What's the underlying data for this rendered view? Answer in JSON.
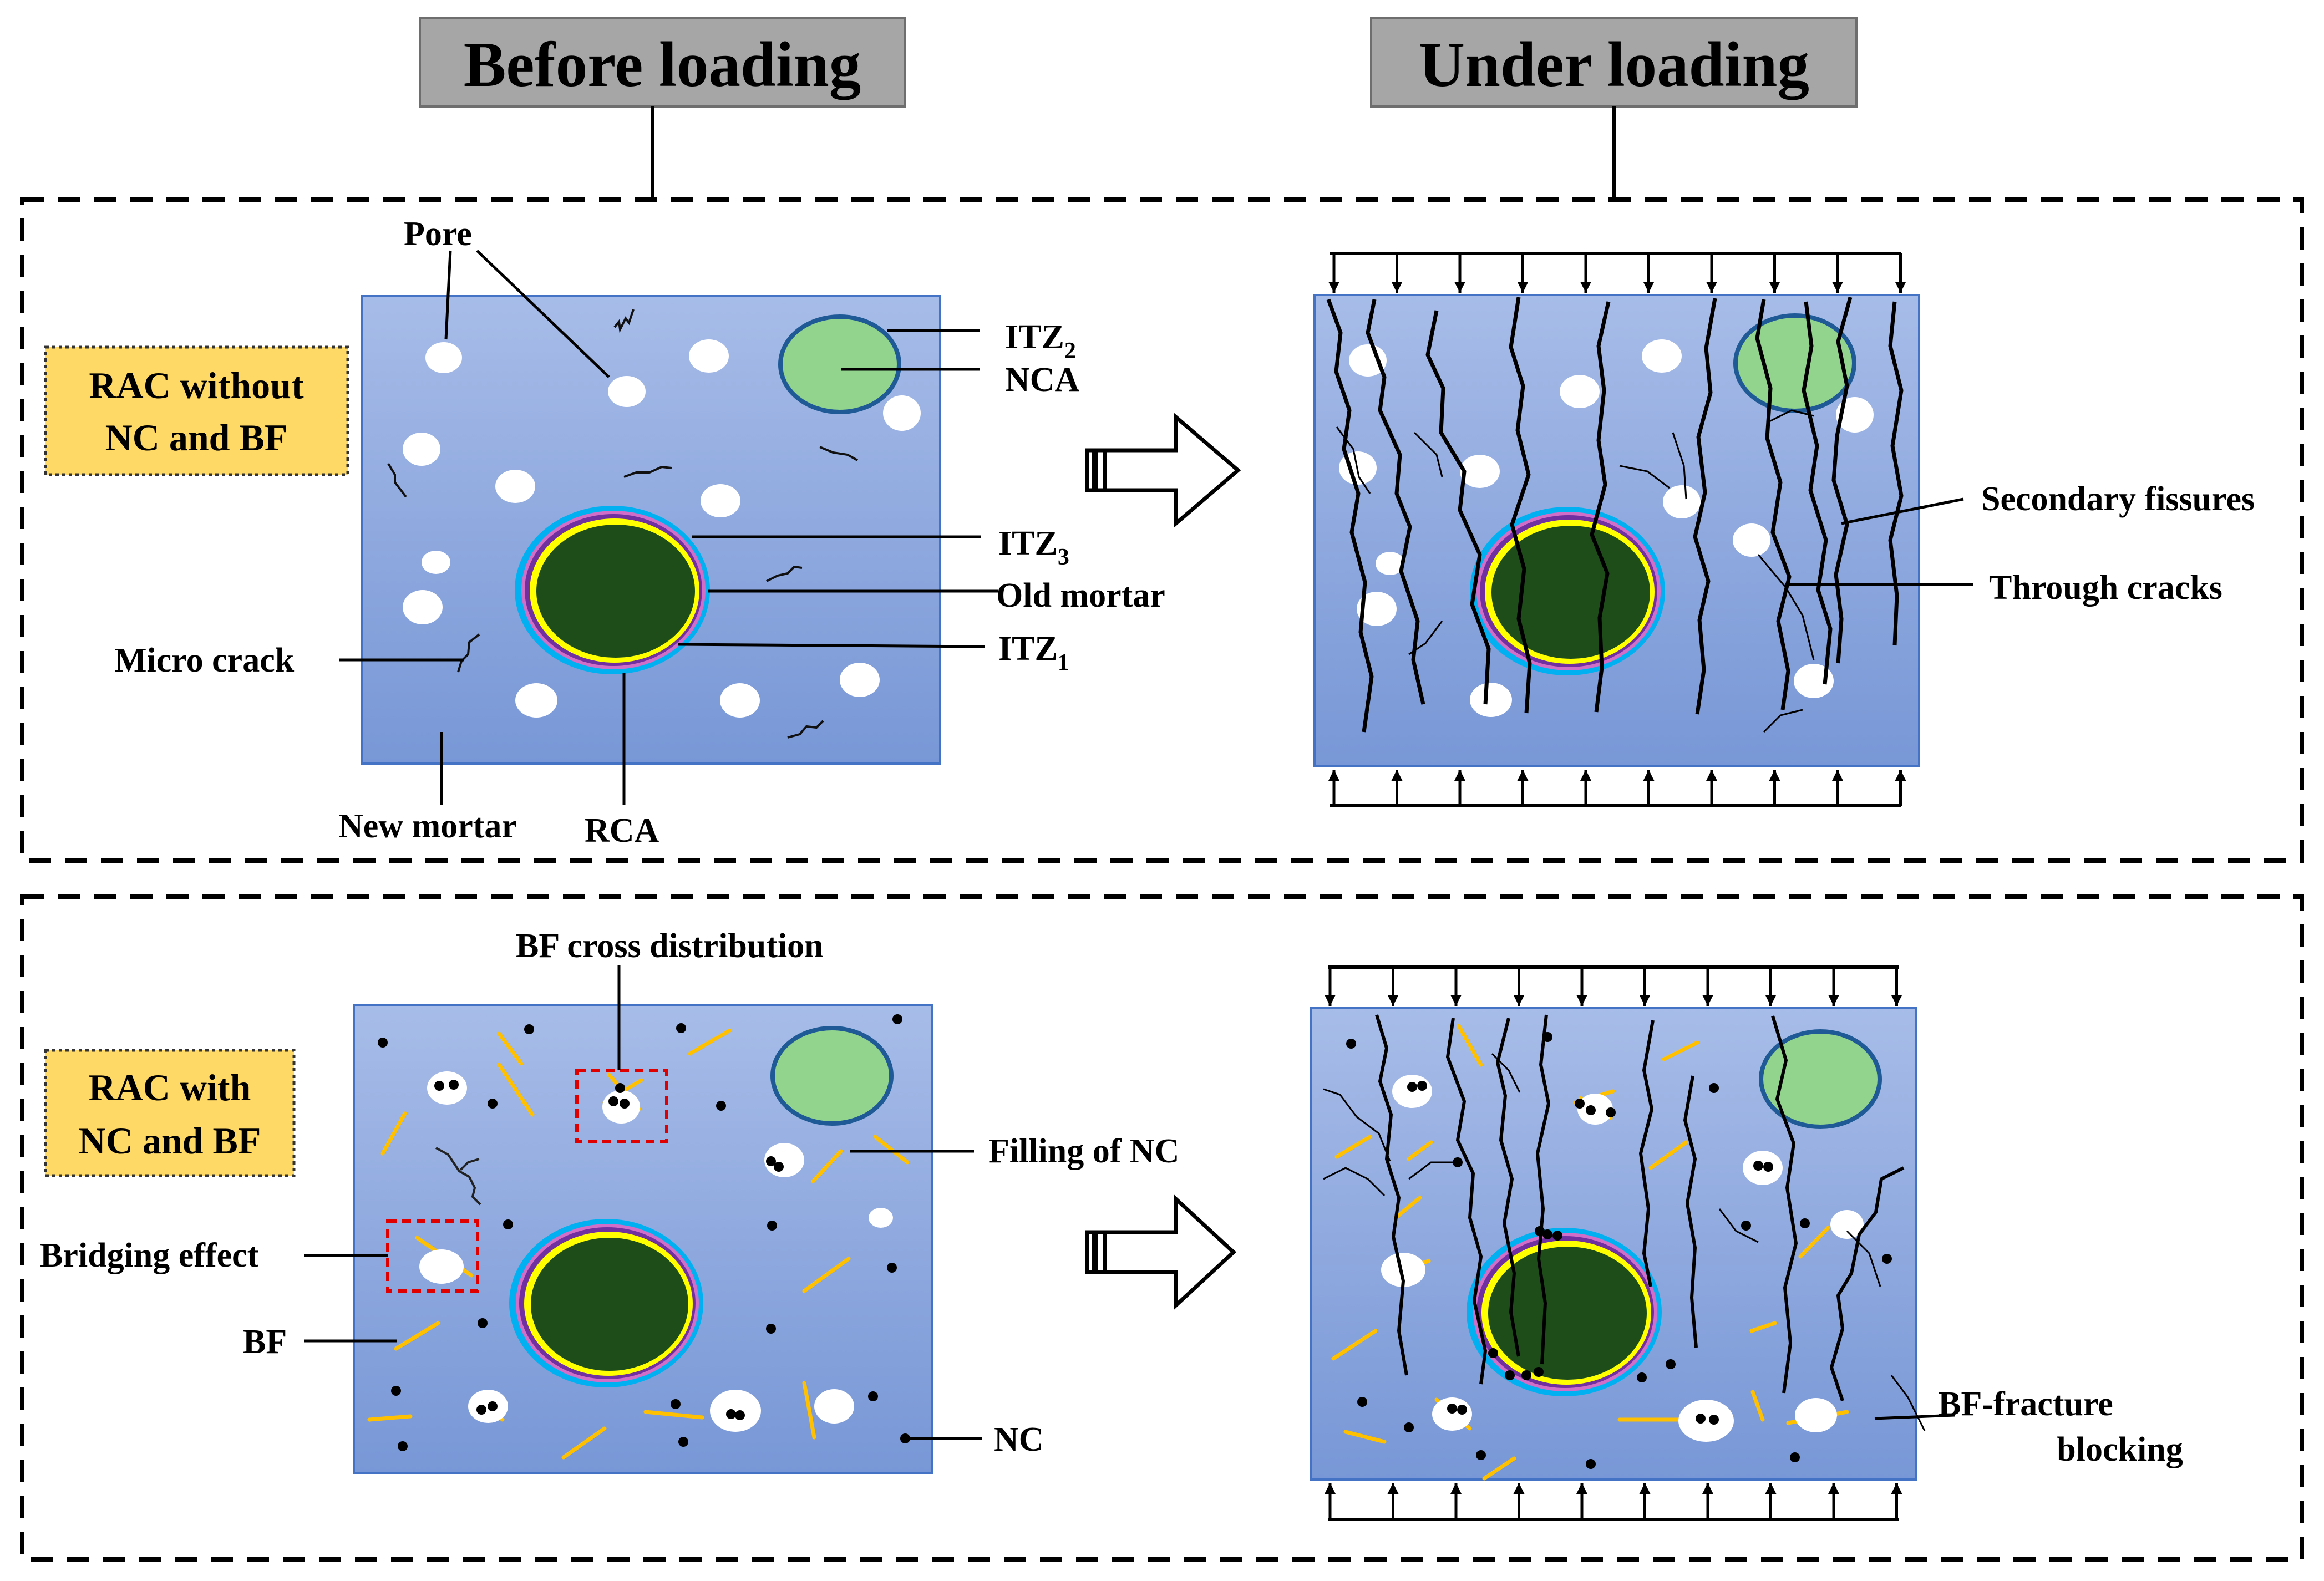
{
  "headers": {
    "before": "Before loading",
    "under": "Under loading"
  },
  "panel_top": {
    "category_line1": "RAC without",
    "category_line2": "NC and BF",
    "labels": {
      "pore": "Pore",
      "itz2_main": "ITZ",
      "itz2_sub": "2",
      "nca": "NCA",
      "itz3_main": "ITZ",
      "itz3_sub": "3",
      "old_mortar": "Old mortar",
      "itz1_main": "ITZ",
      "itz1_sub": "1",
      "micro_crack": "Micro crack",
      "new_mortar": "New mortar",
      "rca": "RCA",
      "secondary_fissures": "Secondary fissures",
      "through_cracks": "Through cracks"
    }
  },
  "panel_bottom": {
    "category_line1": "RAC with",
    "category_line2": "NC and BF",
    "labels": {
      "bf_cross": "BF cross distribution",
      "filling_nc": "Filling of NC",
      "bridging": "Bridging effect",
      "bf": "BF",
      "nc": "NC",
      "bf_fracture_line1": "BF-fracture",
      "bf_fracture_line2": "blocking"
    }
  },
  "colors": {
    "header_fill": "#a6a6a6",
    "category_fill": "#ffd966",
    "matrix_top": "#a4b9e6",
    "matrix_bottom": "#7b9ad6",
    "matrix_border": "#4472c4",
    "rca_core": "#1e4d1a",
    "itz_yellow": "#ffff00",
    "itz_purple": "#7030a0",
    "old_mortar_blue": "#00b0f0",
    "nca_fill": "#92d48e",
    "nca_border": "#1f5a96",
    "fiber": "#ffc000",
    "nc_dot": "#000000",
    "highlight_box": "#e00000"
  }
}
